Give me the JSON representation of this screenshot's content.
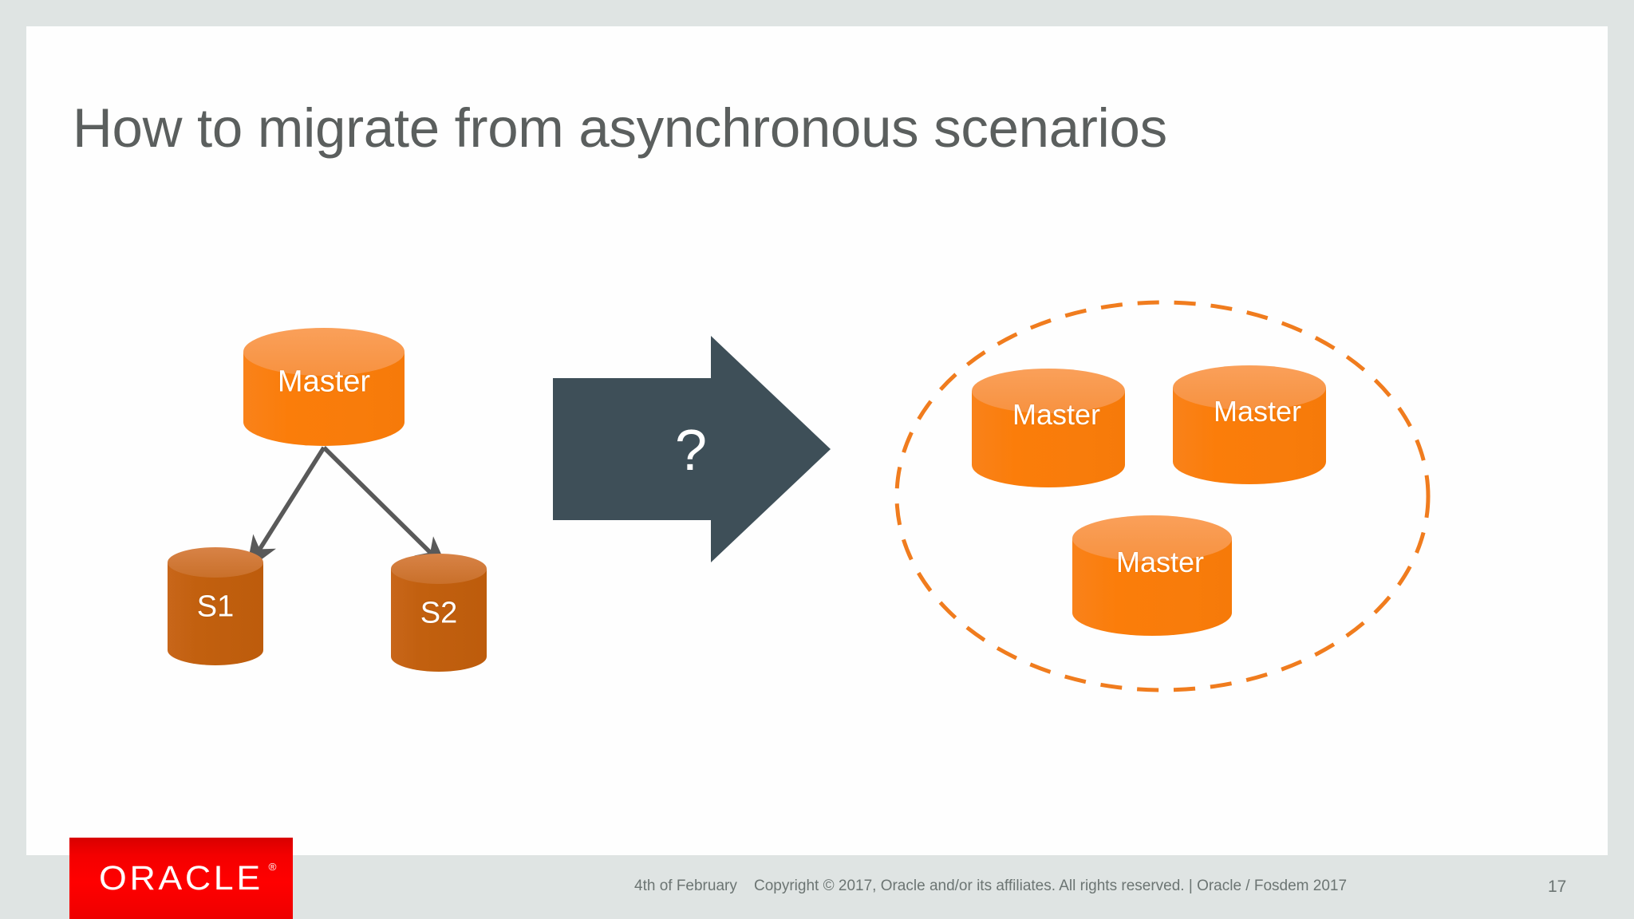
{
  "slide": {
    "title": "How to migrate from asynchronous scenarios",
    "page_number": "17",
    "colors": {
      "deck_background": "#dfe4e3",
      "slide_background": "#fefefe",
      "title_text": "#5b5f5e",
      "master_cylinder_body": "#f97c0b",
      "master_cylinder_top": "#f9994a",
      "slave_cylinder_body": "#c1600f",
      "slave_cylinder_top": "#ce7730",
      "arrow_fill": "#3e4f58",
      "dashed_ellipse_stroke": "#f07c1e",
      "connector_arrow": "#595959",
      "oracle_red": "#f00000",
      "footer_text": "#6c7573"
    }
  },
  "left_cluster": {
    "master_label": "Master",
    "slave_labels": [
      "S1",
      "S2"
    ]
  },
  "transition": {
    "arrow_label": "?",
    "icon": "right-arrow-icon"
  },
  "right_cluster": {
    "group_shape": "dashed-ellipse",
    "master_labels": [
      "Master",
      "Master",
      "Master"
    ]
  },
  "footer": {
    "date": "4th of February",
    "copyright": "Copyright © 2017, Oracle and/or its affiliates. All rights reserved.  |  Oracle / Fosdem 2017",
    "logo_text": "ORACLE",
    "logo_trademark": "®",
    "page_number": "17"
  }
}
